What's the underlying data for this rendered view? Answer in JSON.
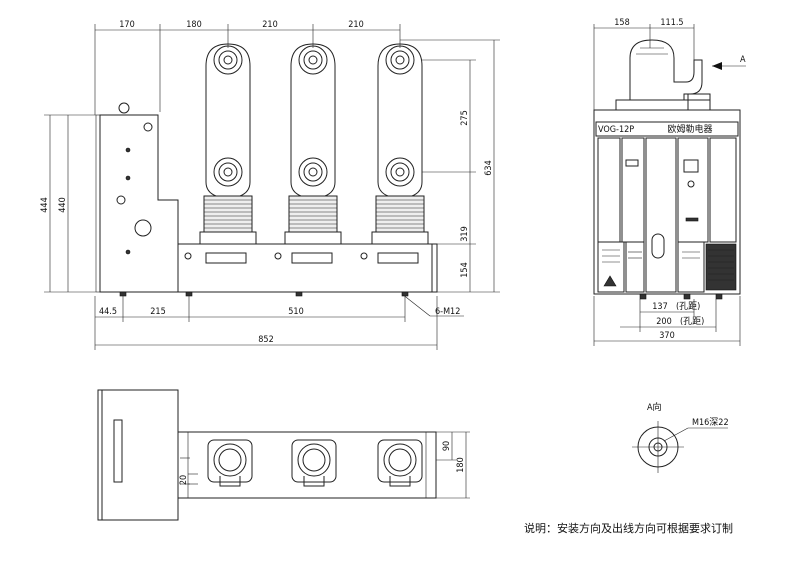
{
  "front_view": {
    "dims_top": [
      "170",
      "180",
      "210",
      "210"
    ],
    "dims_left": [
      "444",
      "440"
    ],
    "dims_right": [
      "275",
      "634",
      "319",
      "154"
    ],
    "dims_bottom": [
      "44.5",
      "215",
      "510"
    ],
    "overall_width": "852",
    "bolt_label": "6-M12"
  },
  "side_view": {
    "dims_top": [
      "158",
      "111.5"
    ],
    "arrow_label": "A",
    "nameplate_model": "VOG-12P",
    "nameplate_brand": "欧姆勒电器",
    "dim_inner": "137",
    "dim_inner_suffix": "(孔距)",
    "dim_mid": "200",
    "dim_mid_suffix": "(孔距)",
    "overall_width": "370"
  },
  "top_view": {
    "dims_right": [
      "90",
      "180"
    ],
    "dim_left": "20"
  },
  "view_a": {
    "title": "A向",
    "thread_label": "M16深22"
  },
  "note": "说明：安装方向及出线方向可根据要求订制"
}
